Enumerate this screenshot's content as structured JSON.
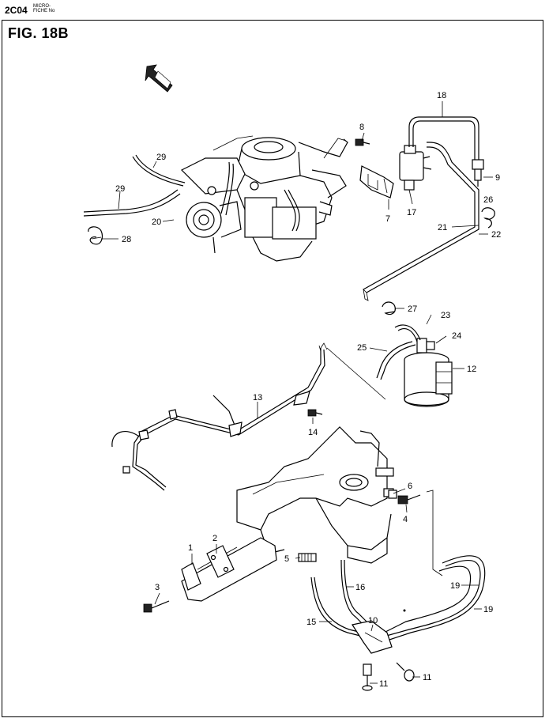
{
  "header": {
    "code": "2C04",
    "micro_line1": "MICRO-",
    "micro_line2": "FICHE No"
  },
  "figure": {
    "title": "FIG. 18B"
  },
  "callouts": {
    "c1": "1",
    "c2": "2",
    "c3": "3",
    "c4": "4",
    "c5": "5",
    "c6": "6",
    "c7": "7",
    "c8": "8",
    "c9": "9",
    "c10": "10",
    "c11a": "11",
    "c11b": "11",
    "c12": "12",
    "c13": "13",
    "c14": "14",
    "c15": "15",
    "c16": "16",
    "c17": "17",
    "c18": "18",
    "c19a": "19",
    "c19b": "19",
    "c20": "20",
    "c21": "21",
    "c22": "22",
    "c23": "23",
    "c24": "24",
    "c25": "25",
    "c26": "26",
    "c27": "27",
    "c28": "28",
    "c29a": "29",
    "c29b": "29"
  }
}
